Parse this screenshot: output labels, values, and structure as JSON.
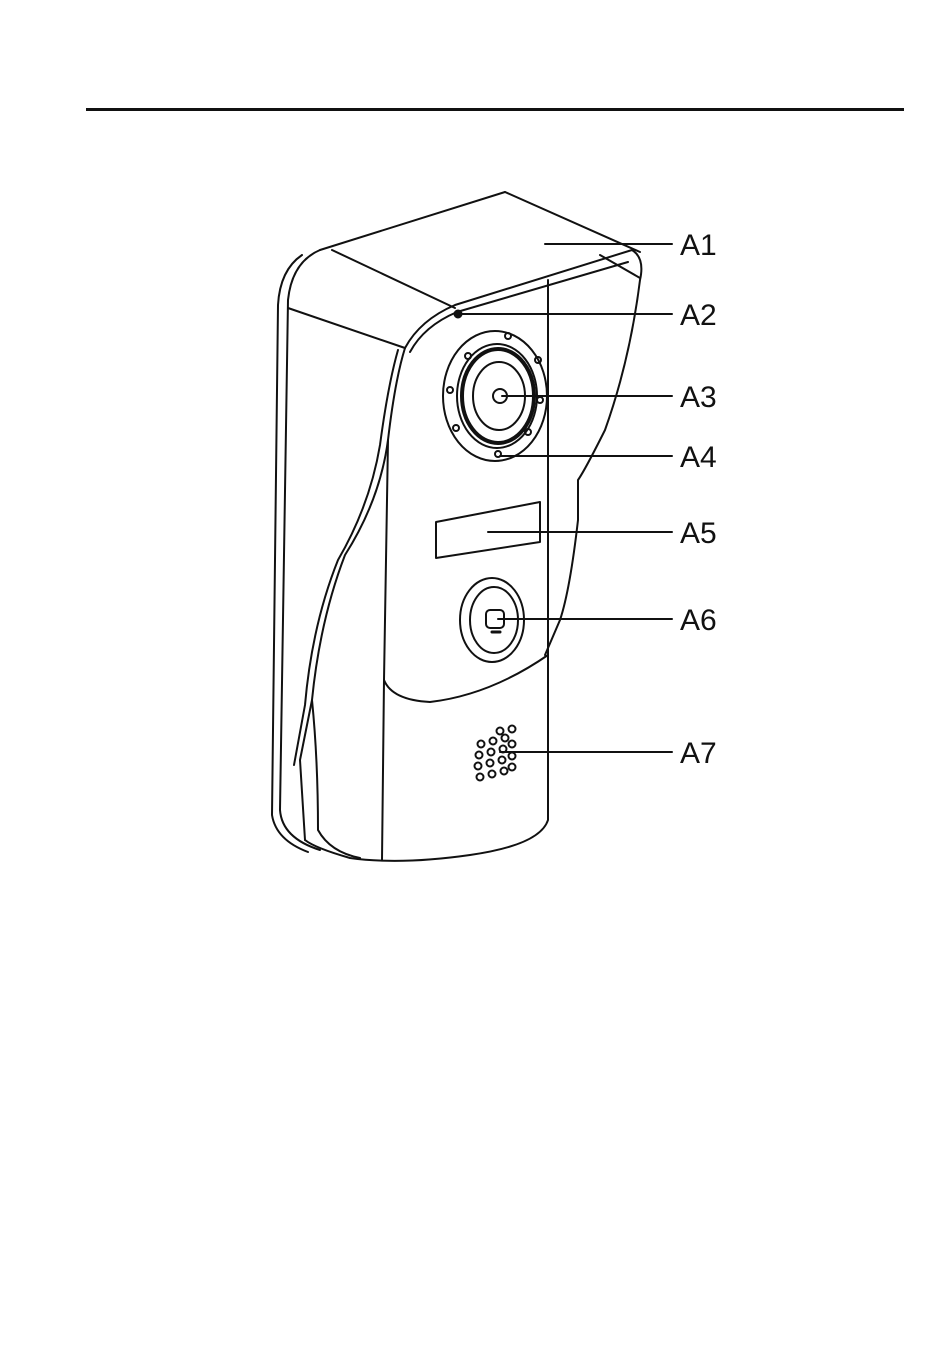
{
  "diagram": {
    "callouts": [
      {
        "id": "a1",
        "label": "A1",
        "part": "rain-hood"
      },
      {
        "id": "a2",
        "label": "A2",
        "part": "light-sensor"
      },
      {
        "id": "a3",
        "label": "A3",
        "part": "camera-lens"
      },
      {
        "id": "a4",
        "label": "A4",
        "part": "infrared-led"
      },
      {
        "id": "a5",
        "label": "A5",
        "part": "name-plate"
      },
      {
        "id": "a6",
        "label": "A6",
        "part": "call-button"
      },
      {
        "id": "a7",
        "label": "A7",
        "part": "speaker-grille"
      }
    ]
  },
  "colors": {
    "line": "#111111",
    "background": "#ffffff"
  }
}
